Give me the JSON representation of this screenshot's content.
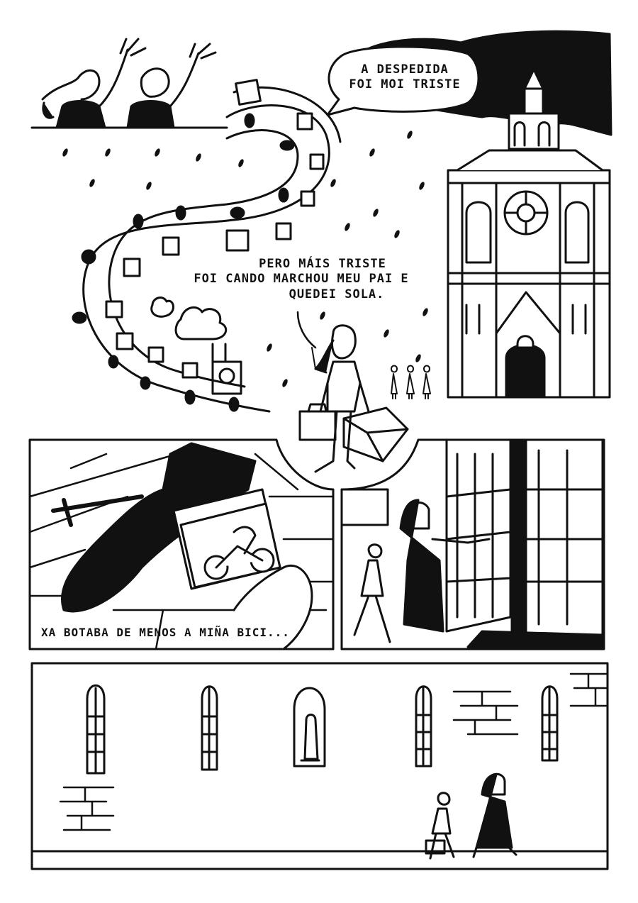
{
  "speech": {
    "despedida_line1": "A DESPEDIDA",
    "despedida_line2": "FOI MOI TRISTE"
  },
  "narration": {
    "line1": "PERO MÁIS TRISTE",
    "line2": "FOI CANDO MARCHOU MEU PAI E",
    "line3": "QUEDEI SOLA."
  },
  "captions": {
    "bike": "XA BOTABA DE MENOS A MIÑA BICI..."
  },
  "colors": {
    "ink": "#111111",
    "paper": "#ffffff"
  }
}
